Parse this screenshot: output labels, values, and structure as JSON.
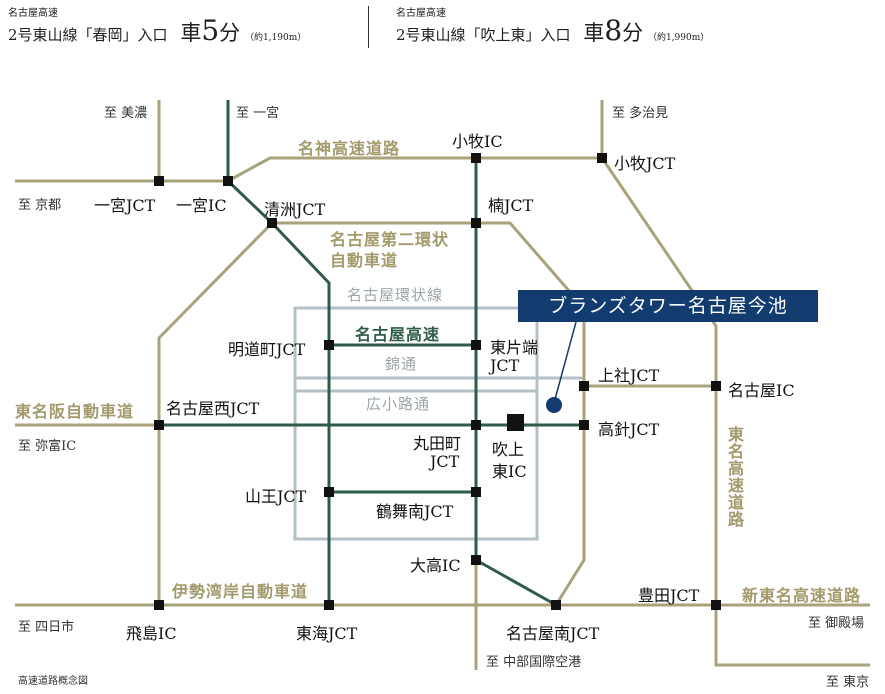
{
  "header": {
    "left": {
      "operator": "名古屋高速",
      "route": "2号東山線「春岡」入口",
      "car": "車",
      "minutes": "5",
      "unit": "分",
      "distance": "（約1,190m）"
    },
    "right": {
      "operator": "名古屋高速",
      "route": "2号東山線「吹上東」入口",
      "car": "車",
      "minutes": "8",
      "unit": "分",
      "distance": "（約1,990m）"
    }
  },
  "highlight": "ブランズタワー名古屋今池",
  "roads": {
    "meishin": "名神高速道路",
    "second_ring": "名古屋第二環状",
    "second_ring_2": "自動車道",
    "ring_line": "名古屋環状線",
    "nagoya_expressway": "名古屋高速",
    "nishiki": "錦通",
    "hirokoji": "広小路通",
    "higashi_meihan": "東名阪自動車道",
    "isewangan": "伊勢湾岸自動車道",
    "tomei": "東名高速道路",
    "shin_tomei": "新東名高速道路"
  },
  "nodes": {
    "komaki_ic": "小牧IC",
    "komaki_jct": "小牧JCT",
    "ichinomiya_jct": "一宮JCT",
    "ichinomiya_ic": "一宮IC",
    "kiyosu_jct": "清洲JCT",
    "kusunoki_jct": "楠JCT",
    "meidocho_jct": "明道町JCT",
    "higashikatahata": "東片端",
    "higashikatahata_jct": "JCT",
    "kamiyashiro_jct": "上社JCT",
    "nagoya_ic": "名古屋IC",
    "nagoya_nishi_jct": "名古屋西JCT",
    "takabari_jct": "高針JCT",
    "marutamachi": "丸田町",
    "marutamachi_jct": "JCT",
    "fukiage": "吹上",
    "fukiage_higashi_ic": "東IC",
    "sanno_jct": "山王JCT",
    "tsurumaiminami_jct": "鶴舞南JCT",
    "odaka_ic": "大高IC",
    "toyota_jct": "豊田JCT",
    "tobishima_ic": "飛島IC",
    "tokai_jct": "東海JCT",
    "nagoya_minami_jct": "名古屋南JCT"
  },
  "destinations": {
    "mino": "至 美濃",
    "ichinomiya": "至 一宮",
    "tajimi": "至 多治見",
    "kyoto": "至 京都",
    "yatomi": "至 弥富IC",
    "yokkaichi": "至 四日市",
    "gotemba": "至 御殿場",
    "chubu_airport": "至 中部国際空港",
    "tokyo": "至 東京"
  },
  "caption": "高速道路概念図",
  "colors": {
    "gold": "#aaa27a",
    "green": "#2f5c47",
    "grey_blue": "#b3c0c8",
    "navy": "#123c6f",
    "node": "#111111"
  }
}
